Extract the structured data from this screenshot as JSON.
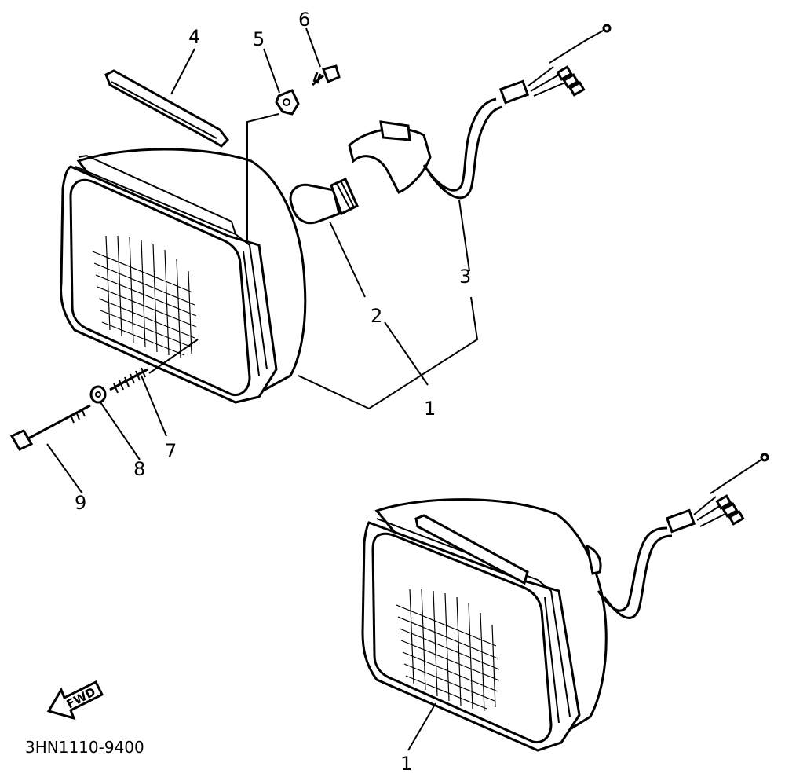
{
  "callouts": {
    "c1_upper": "1",
    "c1_lower": "1",
    "c2": "2",
    "c3": "3",
    "c4": "4",
    "c5": "5",
    "c6": "6",
    "c7": "7",
    "c8": "8",
    "c9": "9"
  },
  "fwd_label": "FWD",
  "diagram_code": "3HN1110-9400"
}
